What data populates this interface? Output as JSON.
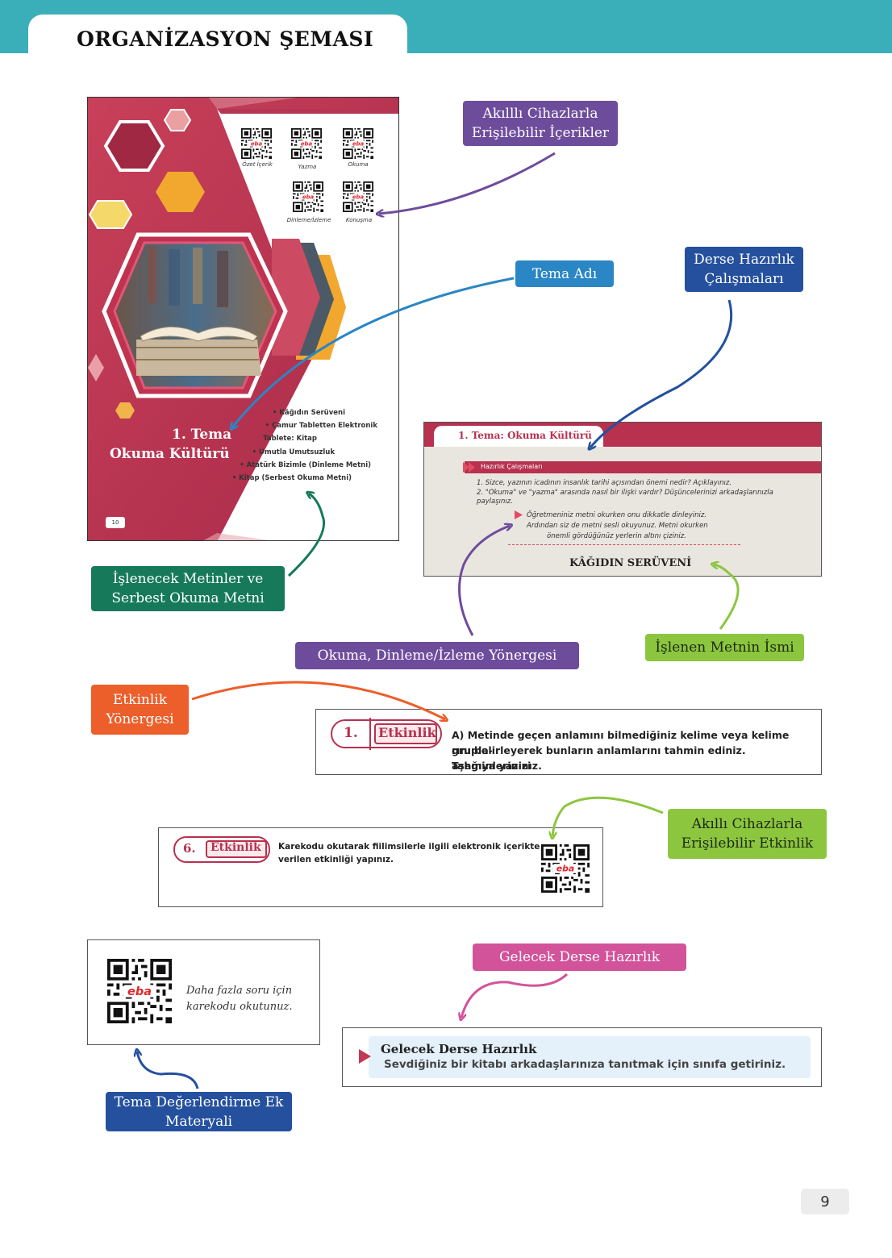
{
  "header": {
    "title": "ORGANİZASYON ŞEMASI"
  },
  "labels": {
    "smart_content": "Akılllı Cihazlarla Erişilebilir İçerikler",
    "theme_name": "Tema Adı",
    "lesson_prep": "Derse Hazırlık Çalışmaları",
    "texts": "İşlenecek Metinler ve Serbest Okuma Metni",
    "reading_instruction": "Okuma, Dinleme/İzleme Yönergesi",
    "text_name": "İşlenen Metnin İsmi",
    "activity_instruction": "Etkinlik Yönergesi",
    "smart_activity": "Akıllı Cihazlarla Erişilebilir Etkinlik",
    "next_prep": "Gelecek Derse Hazırlık",
    "theme_eval": "Tema Değerlendirme Ek Materyali"
  },
  "cover": {
    "qr_captions": [
      "Özet İçerik",
      "Yazma",
      "Okuma",
      "Dinleme/İzleme",
      "Konuşma"
    ],
    "theme_number": "1. Tema",
    "theme_title": "Okuma Kültürü",
    "text_list": [
      "• Kâğıdın Serüveni",
      "• Çamur Tabletten Elektronik",
      "Tablete: Kitap",
      "• Umutla Umutsuzluk",
      "• Atatürk Bizimle (Dinleme Metni)",
      "• Kitap (Serbest Okuma Metni)"
    ],
    "page_number": "10"
  },
  "prep_excerpt": {
    "tab": "1. Tema: Okuma Kültürü",
    "section": "Hazırlık Çalışmaları",
    "q1": "1. Sizce, yazının icadının insanlık tarihi açısından önemi nedir? Açıklayınız.",
    "q2": "2. \"Okuma\" ve \"yazma\" arasında nasıl bir ilişki vardır? Düşüncelerinizi arkadaşlarınızla",
    "q2b": "paylaşınız.",
    "instr1": "Öğretmeniniz metni okurken onu dikkatle dinleyiniz.",
    "instr2": "Ardından siz de metni sesli okuyunuz. Metni okurken",
    "instr3": "önemli gördüğünüz yerlerin altını çiziniz.",
    "text_title": "KÂĞIDIN SERÜVENİ"
  },
  "activity1": {
    "num": "1.",
    "word": "Etkinlik",
    "lines": [
      "A) Metinde geçen anlamını bilmediğiniz kelime veya kelime grupla-",
      "rını belirleyerek bunların anlamlarını tahmin ediniz. Tahminlerinizi",
      "aşağıya yazınız."
    ]
  },
  "activity6": {
    "num": "6.",
    "word": "Etkinlik",
    "lines": [
      "Karekodu okutarak fiilimsilerle ilgili elektronik içerikte",
      "verilen etkinliği yapınız."
    ]
  },
  "qr_note": {
    "lines": [
      "Daha fazla soru için",
      "karekodu okutunuz."
    ]
  },
  "next_lesson": {
    "title": "Gelecek Derse Hazırlık",
    "text": "Sevdiğiniz bir kitabı arkadaşlarınıza tanıtmak için sınıfa getiriniz."
  },
  "qr_logo": "eba",
  "footer": {
    "page": "9"
  },
  "colors": {
    "teal": "#3aafb9",
    "purple": "#6e4c9c",
    "blue": "#2a86c4",
    "navy": "#24509e",
    "green": "#15795a",
    "lime": "#8cc63f",
    "orange": "#ec5e2a",
    "pink": "#d2539a",
    "crimson": "#b8314f"
  }
}
